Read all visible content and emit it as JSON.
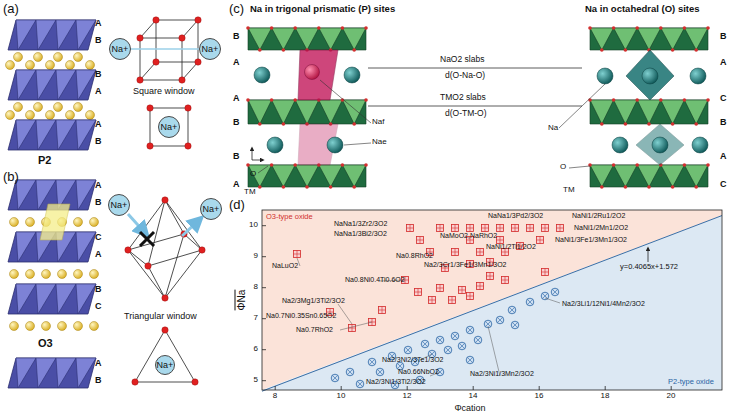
{
  "diagram": {
    "nodes": [
      {
        "text": [
          "Na+"
        ]
      },
      {
        "text": [
          "Na+"
        ]
      },
      {
        "text": [
          "Na+"
        ]
      },
      {
        "text": [
          "Na+"
        ]
      },
      {
        "text": [
          "Na+"
        ]
      },
      {
        "text": [
          "Na+"
        ]
      }
    ],
    "labels": [
      "(a)",
      "A",
      "B",
      "B",
      "A",
      "A",
      "B",
      "P2",
      "Square window",
      "(b)",
      "A",
      "B",
      "C",
      "A",
      "B",
      "C",
      "A",
      "B",
      "O3",
      "Triangular window",
      "(c)",
      "Na in trigonal prismatic (P) sites",
      "Na in octahedral (O) sites",
      "B",
      "A",
      "A",
      "B",
      "B",
      "A",
      "B",
      "A",
      "C",
      "B",
      "A",
      "C",
      "NaO2 slabs",
      "d(O-Na-O)",
      "TMO2 slabs",
      "d(O-TM-O)",
      "Naf",
      "Nae",
      "O",
      "TM",
      "Na",
      "O",
      "TM",
      "(d)",
      "O3-type oxide",
      "P2-type oxide",
      "y=0.4065x+1.572",
      "ΦNa",
      "10",
      "9",
      "8",
      "7",
      "6",
      "5",
      "8",
      "10",
      "12",
      "14",
      "16",
      "18",
      "20",
      "Φcation",
      "NaLuO2",
      "NaNa1/3Zr2/3O2",
      "NaNa1/3Bi2/3O2",
      "NaNa1/3Pd2/3O2",
      "NaNi1/2Ru1/2O2",
      "NaMoO2,NaRhO2",
      "NaNi1/2Ti1/2O2",
      "NaNi1/2Mn1/2O2",
      "NaNi1/3Fe1/3Mn1/3O2",
      "Na0.8RhO2",
      "Na2/3Cr1/3Fe1/3Mn1/3O2",
      "Na0.8Ni0.4Ti0.6O2",
      "Na2/3Mg1/3Ti2/3O2",
      "Na0.7Ni0.35Sn0.65O2",
      "Na0.7RhO2",
      "Na2/3Ni2/3Te1/3O2",
      "Na0.66NbO2",
      "Na2/3Ni1/3Ti2/3O2",
      "Na2/3Ni1/3Mn2/3O2",
      "Na2/3Li1/12Ni1/4Mn2/3O2"
    ]
  }
}
